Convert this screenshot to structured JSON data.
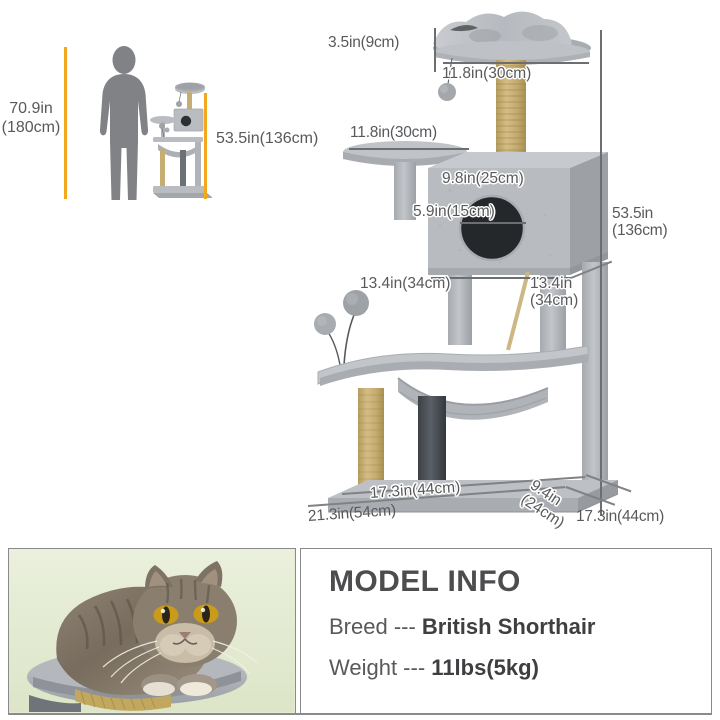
{
  "scale_comparison": {
    "person_label": "70.9in\n(180cm)",
    "person_label_line1": "70.9in",
    "person_label_line2": "(180cm)",
    "tree_label": "53.5in(136cm)",
    "person_icon": "human-silhouette",
    "tree_icon": "cat-tree-silhouette",
    "rule_color": "#f2a81d"
  },
  "product_dimensions": {
    "top_perch_thickness": "3.5in(9cm)",
    "top_perch_width": "11.8in(30cm)",
    "mid_round_platform": "11.8in(30cm)",
    "condo_width": "9.8in(25cm)",
    "condo_entrance": "5.9in(15cm)",
    "condo_depth_left": "13.4in(34cm)",
    "condo_depth_right_line1": "13.4in",
    "condo_depth_right_line2": "(34cm)",
    "total_height_line1": "53.5in",
    "total_height_line2": "(136cm)",
    "base_front": "21.3in(54cm)",
    "base_top": "17.3in(44cm)",
    "base_side_line1": "9.4in",
    "base_side_line2": "(24cm)",
    "base_right": "17.3in(44cm)"
  },
  "model_info": {
    "title": "MODEL INFO",
    "breed_label": "Breed ---",
    "breed_value": "British Shorthair",
    "weight_label": "Weight ---",
    "weight_value": "11lbs(5kg)"
  },
  "photo": {
    "subject": "british-shorthair-cat-on-plush-bed",
    "background_color": "#e7eed6"
  },
  "colors": {
    "plush_gray": "#b9bcc0",
    "plush_gray_dark": "#9a9ea3",
    "sisal_tan": "#c6ae72",
    "post_dark": "#4d5156",
    "line_gray": "#6d6e71",
    "text_gray": "#58595b",
    "accent_orange": "#f2a81d"
  }
}
